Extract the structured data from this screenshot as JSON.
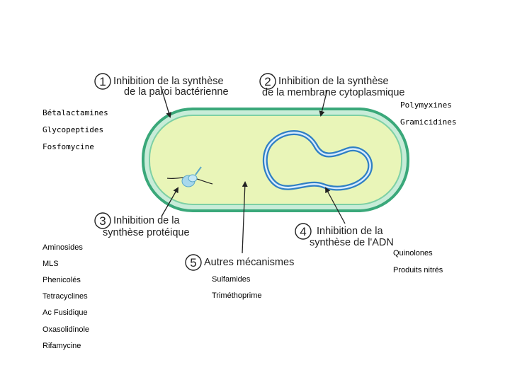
{
  "mechanisms": [
    {
      "number": "1",
      "line1": "Inhibition de la synthèse",
      "line2": "de la paroi bactérienne"
    },
    {
      "number": "2",
      "line1": "Inhibition de la synthèse",
      "line2": "de la membrane cytoplasmique"
    },
    {
      "number": "3",
      "line1": "Inhibition de la",
      "line2": "synthèse protéique"
    },
    {
      "number": "4",
      "line1": "Inhibition de la",
      "line2": "synthèse de l'ADN"
    },
    {
      "number": "5",
      "line1": "Autres mécanismes",
      "line2": ""
    }
  ],
  "drug_groups": {
    "wall": [
      "Bétalactamines",
      "Glycopeptides",
      "Fosfomycine"
    ],
    "membrane": [
      "Polymyxines",
      "Gramicidines"
    ],
    "protein": [
      "Aminosides",
      "MLS",
      "Phenicolés",
      "Tetracyclines",
      "Ac Fusidique",
      "Oxasolidinole",
      "Rifamycine"
    ],
    "dna": [
      "Quinolones",
      "Produits nitrés"
    ],
    "other": [
      "Sulfamides",
      "Triméthoprime"
    ]
  },
  "colors": {
    "outer_wall": "#3aa87a",
    "membrane_band": "#c8ecd8",
    "cytoplasm": "#e9f5b8",
    "dna_strand": "#2f7fc4",
    "arrow": "#222222"
  }
}
